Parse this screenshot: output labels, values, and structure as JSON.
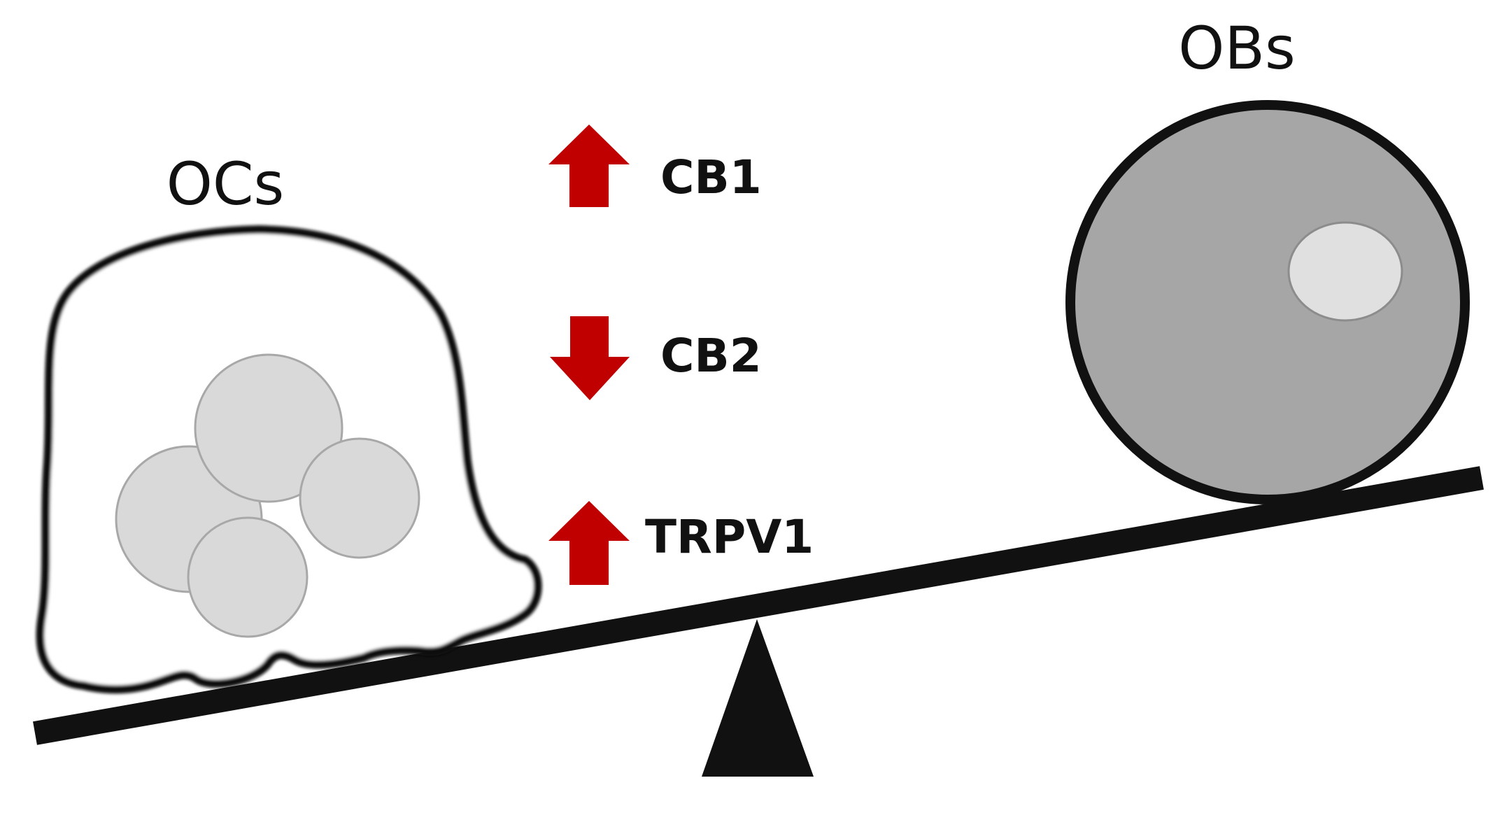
{
  "labels": {
    "osteoclasts": "OCs",
    "osteoblasts": "OBs"
  },
  "receptors": [
    {
      "name": "CB1",
      "direction": "up"
    },
    {
      "name": "CB2",
      "direction": "down"
    },
    {
      "name": "TRPV1",
      "direction": "up"
    }
  ],
  "colors": {
    "arrow": "#c00000",
    "outline": "#111111",
    "osteoblast_fill": "#a6a6a6",
    "osteoblast_nucleus": "#e0e0e0",
    "osteoclast_nuclei": "#d9d9d9"
  }
}
